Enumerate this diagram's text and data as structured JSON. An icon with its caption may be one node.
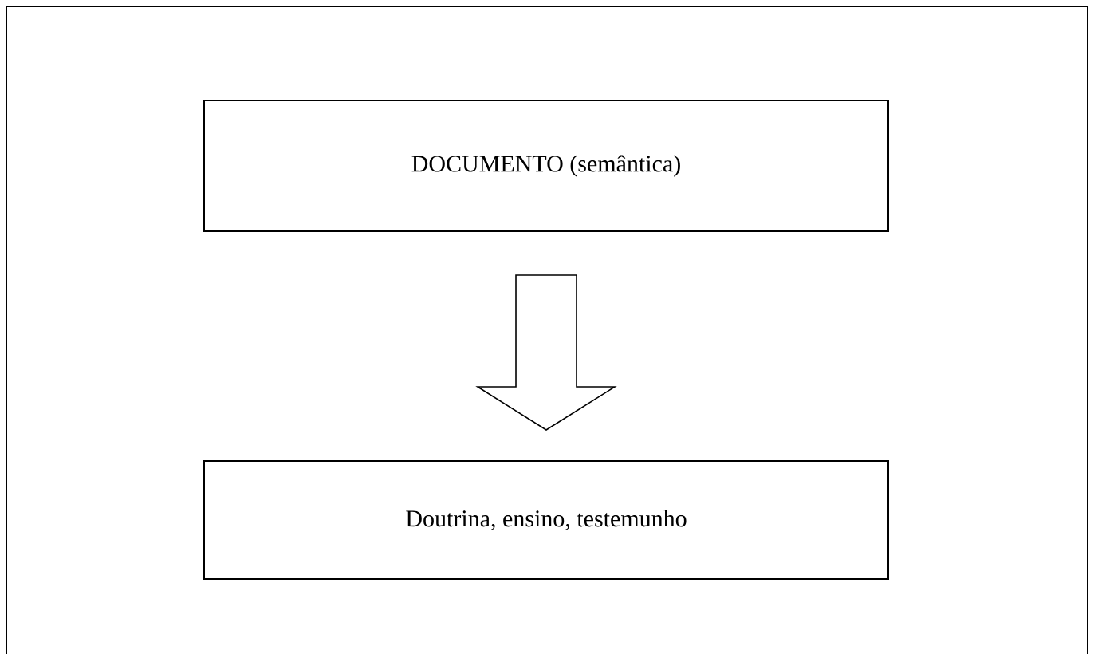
{
  "diagram": {
    "nodes": [
      {
        "text": [
          "DOCUMENTO (semântica)"
        ]
      },
      {
        "text": [
          "Doutrina, ensino, testemunho"
        ]
      }
    ],
    "edges": [
      {
        "from": 0,
        "to": 1,
        "arrow": "to"
      }
    ]
  }
}
